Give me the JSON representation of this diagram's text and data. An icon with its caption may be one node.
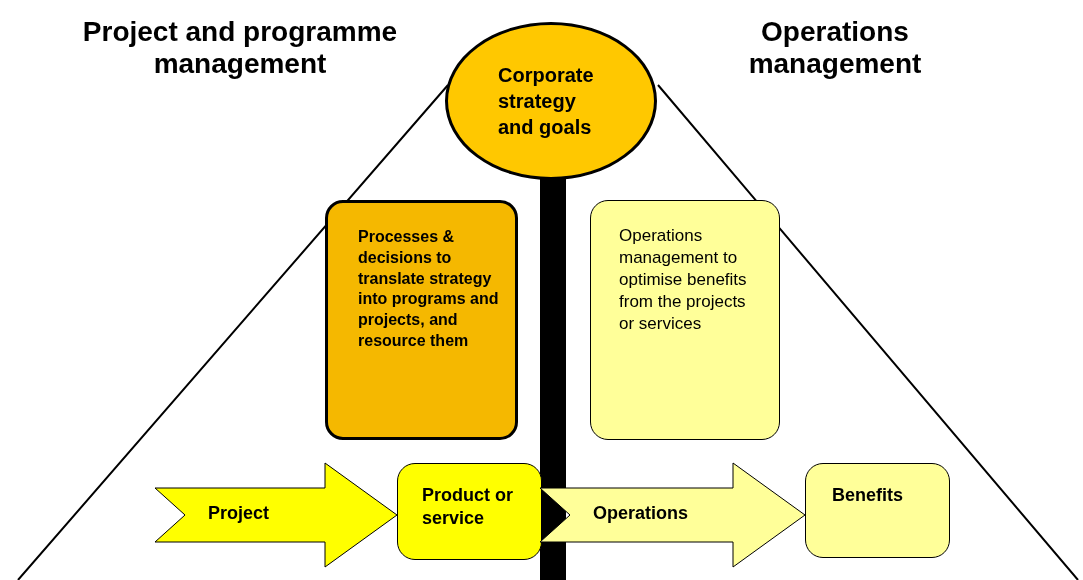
{
  "diagram": {
    "nodes": [
      {
        "text": [
          "Corporate strategy and goals"
        ]
      },
      {
        "text": [
          "Processes & decisions to translate strategy into programs and projects, and resource them"
        ]
      },
      {
        "text": [
          "Operations management to optimise benefits from the projects or services"
        ]
      },
      {
        "text": [
          "Product or service"
        ]
      },
      {
        "text": [
          "Benefits"
        ]
      }
    ],
    "edges": [
      {
        "from": null,
        "to": 3,
        "arrow": "to",
        "label": "Project",
        "color": "#ffff00"
      },
      {
        "from": 3,
        "to": 4,
        "arrow": "to",
        "label": "Operations",
        "color": "#ffff99"
      }
    ],
    "labels": [
      "Project and programme management",
      "Operations management"
    ]
  }
}
